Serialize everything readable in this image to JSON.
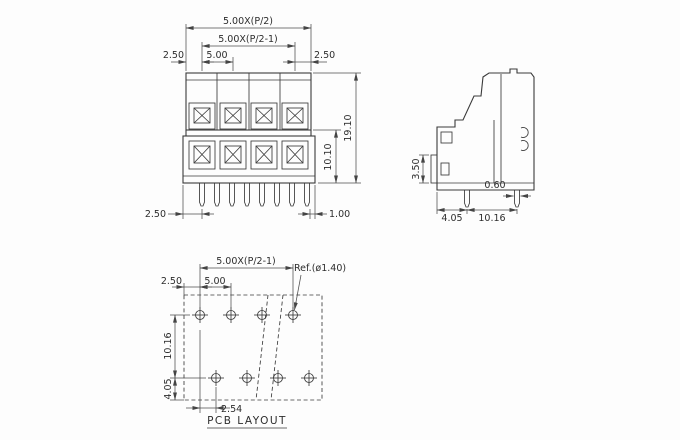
{
  "front_view": {
    "total_width": "5.00X(P/2)",
    "span_width": "5.00X(P/2-1)",
    "left_offset": "2.50",
    "pitch": "5.00",
    "right_offset": "2.50",
    "total_height": "19.10",
    "lower_height": "10.10",
    "pin_left_offset": "2.50",
    "pin_right_offset": "1.00"
  },
  "side_view": {
    "front_height": "3.50",
    "pin_thickness": "0.60",
    "pin_offset": "4.05",
    "row_spacing": "10.16"
  },
  "pcb_layout": {
    "span_width": "5.00X(P/2-1)",
    "left_offset": "2.50",
    "pitch": "5.00",
    "ref_hole": "Ref.(ø1.40)",
    "row_spacing": "10.16",
    "bottom_offset": "4.05",
    "stagger": "2.54",
    "title": "PCB LAYOUT"
  }
}
